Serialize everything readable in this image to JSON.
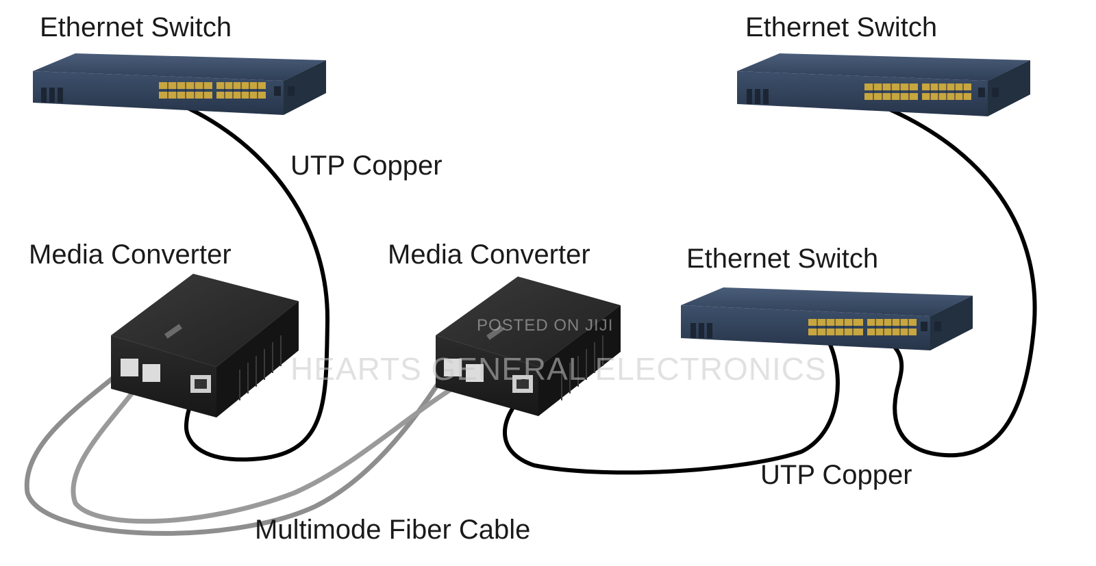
{
  "labels": {
    "switch_top_left": "Ethernet Switch",
    "switch_top_right": "Ethernet Switch",
    "switch_middle_right": "Ethernet Switch",
    "media_converter_left": "Media Converter",
    "media_converter_middle": "Media Converter",
    "utp_copper_top": "UTP Copper",
    "utp_copper_bottom": "UTP Copper",
    "fiber_cable": "Multimode Fiber Cable"
  },
  "watermark": {
    "posted": "POSTED ON JIJI",
    "seller": "HEARTS GENERAL ELECTRONICS"
  },
  "colors": {
    "switch_body": "#2e3f55",
    "switch_front": "#3b4e68",
    "converter_body": "#2b2b2b",
    "utp_cable": "#000000",
    "fiber_cable": "#8c8c8c",
    "port_color": "#c8a640"
  },
  "icons": {
    "switch": "ethernet-switch-icon",
    "converter": "media-converter-icon"
  }
}
